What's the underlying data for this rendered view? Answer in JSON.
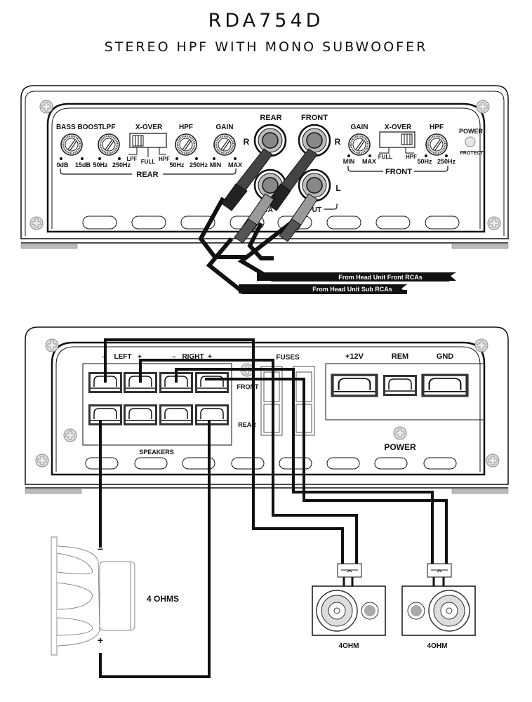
{
  "header": {
    "model": "RDA754D",
    "subtitle": "STEREO HPF WITH MONO SUBWOOFER"
  },
  "front_panel": {
    "rear_section_label": "REAR",
    "front_section_label": "FRONT",
    "controls_rear": [
      {
        "label": "BASS BOOST",
        "min": "0dB",
        "max": "15dB"
      },
      {
        "label": "LPF",
        "min": "50Hz",
        "max": "250Hz"
      },
      {
        "label": "X-OVER",
        "positions": [
          "LPF",
          "FULL",
          "HPF"
        ],
        "selected": "LPF"
      },
      {
        "label": "HPF",
        "min": "50Hz",
        "max": "250Hz"
      },
      {
        "label": "GAIN",
        "min": "MIN",
        "max": "MAX"
      }
    ],
    "controls_front": [
      {
        "label": "GAIN",
        "min": "MIN",
        "max": "MAX"
      },
      {
        "label": "X-OVER",
        "positions": [
          "FULL",
          "HPF"
        ],
        "selected": "HPF"
      },
      {
        "label": "HPF",
        "min": "50Hz",
        "max": "250Hz"
      }
    ],
    "rca": {
      "rear_label": "REAR",
      "front_label": "FRONT",
      "r_label": "R",
      "l_label": "L",
      "input_label_left": "RCA",
      "input_label_right": "PUT"
    },
    "indicator": {
      "power": "POWER",
      "protect": "PROTECT"
    },
    "cables": [
      "From Head Unit Front RCAs",
      "From Head Unit Sub RCAs"
    ]
  },
  "rear_panel": {
    "speaker_labels": {
      "left_minus": "–",
      "left": "LEFT",
      "left_plus": "+",
      "right_minus": "–",
      "right": "RIGHT",
      "right_plus": "+",
      "front_row": "FRONT",
      "rear_row": "REAR",
      "group": "SPEAKERS"
    },
    "fuses_label": "FUSES",
    "power_terminals": [
      "+12V",
      "REM",
      "GND"
    ],
    "power_label": "POWER"
  },
  "speakers": {
    "subwoofer": {
      "impedance": "4 OHMS",
      "minus": "–",
      "plus": "+"
    },
    "front_left": {
      "impedance": "4OHM"
    },
    "front_right": {
      "impedance": "4OHM"
    }
  }
}
